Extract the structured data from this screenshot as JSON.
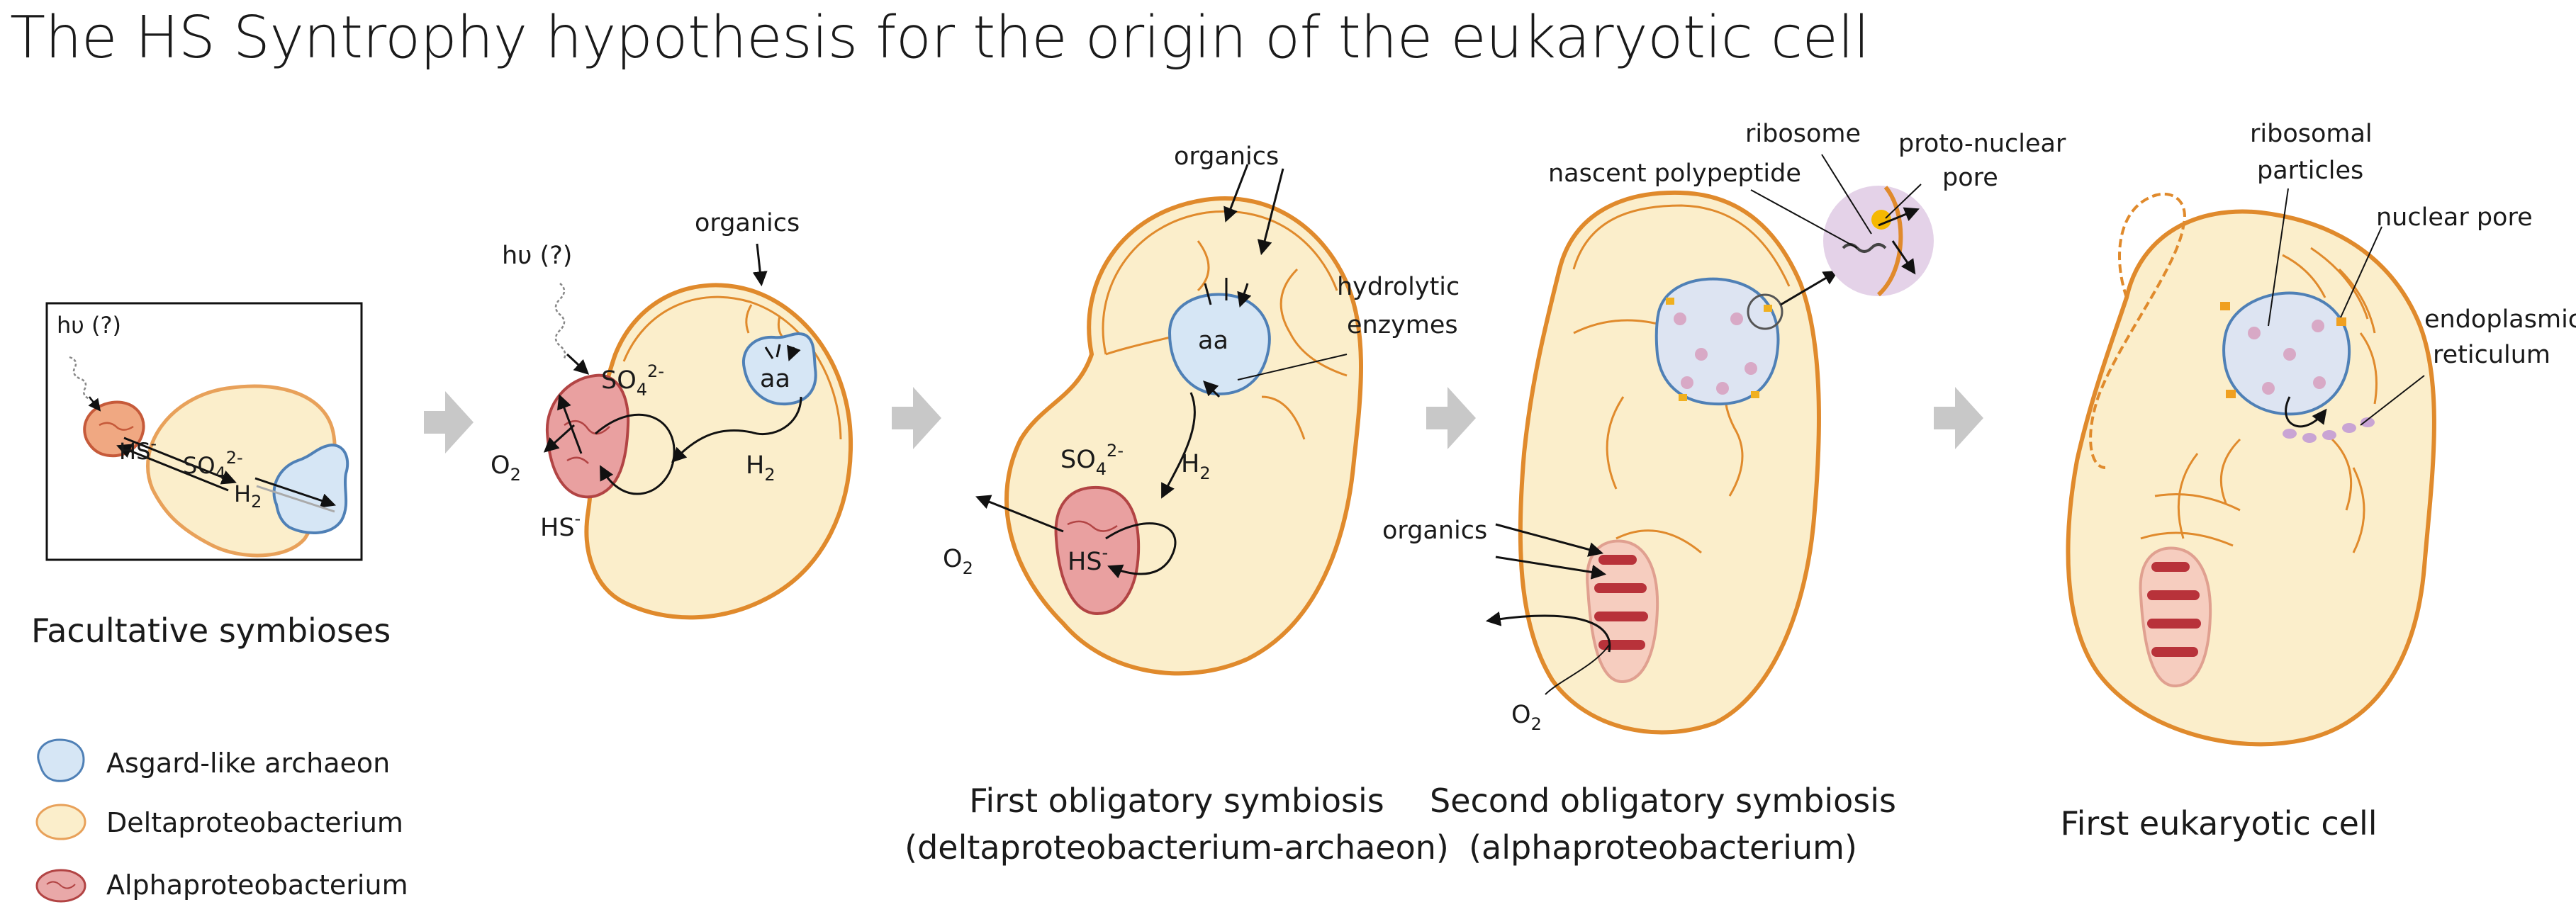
{
  "title": "The HS Syntrophy hypothesis for the origin of the eukaryotic cell",
  "colors": {
    "delta_fill": "#fbeecb",
    "delta_stroke": "#e08a2c",
    "archaeon_fill": "#dbe8f5",
    "archaeon_stroke": "#4f80b6",
    "alpha_fill": "#e9a8a8",
    "alpha_stroke": "#b24444",
    "mito_inner": "#b8323a",
    "arrow_grey": "#c8c8c8"
  },
  "legend": {
    "archaeon": "Asgard-like archaeon",
    "delta": "Deltaproteobacterium",
    "alpha": "Alphaproteobacterium"
  },
  "stage1": {
    "light": "hυ (?)",
    "so4": "SO",
    "so4_sub": "4",
    "so4_sup": "2-",
    "hs": "HS",
    "hs_sup": "-",
    "h2": "H",
    "h2_sub": "2",
    "caption": "Facultative symbioses"
  },
  "stage2": {
    "light": "hυ (?)",
    "organics": "organics",
    "so4": "SO",
    "so4_sub": "4",
    "so4_sup": "2-",
    "aa": "aa",
    "o2": "O",
    "o2_sub": "2",
    "h2": "H",
    "h2_sub": "2",
    "hs": "HS",
    "hs_sup": "-"
  },
  "stage3": {
    "organics": "organics",
    "hydrolytic": "hydrolytic",
    "enzymes": "enzymes",
    "aa": "aa",
    "so4": "SO",
    "so4_sub": "4",
    "so4_sup": "2-",
    "h2": "H",
    "h2_sub": "2",
    "o2": "O",
    "o2_sub": "2",
    "hs": "HS",
    "hs_sup": "-",
    "caption_line1": "First obligatory symbiosis",
    "caption_line2": "(deltaproteobacterium-archaeon)"
  },
  "stage4": {
    "ribosome": "ribosome",
    "proto_nuclear_1": "proto-nuclear",
    "proto_nuclear_2": "pore",
    "nascent": "nascent polypeptide",
    "organics": "organics",
    "o2": "O",
    "o2_sub": "2",
    "caption_line1": "Second obligatory symbiosis",
    "caption_line2": "(alphaproteobacterium)"
  },
  "stage5": {
    "ribosomal_1": "ribosomal",
    "ribosomal_2": "particles",
    "nuclear_pore": "nuclear pore",
    "endoplasmic_1": "endoplasmic",
    "endoplasmic_2": "reticulum",
    "caption": "First eukaryotic cell"
  }
}
